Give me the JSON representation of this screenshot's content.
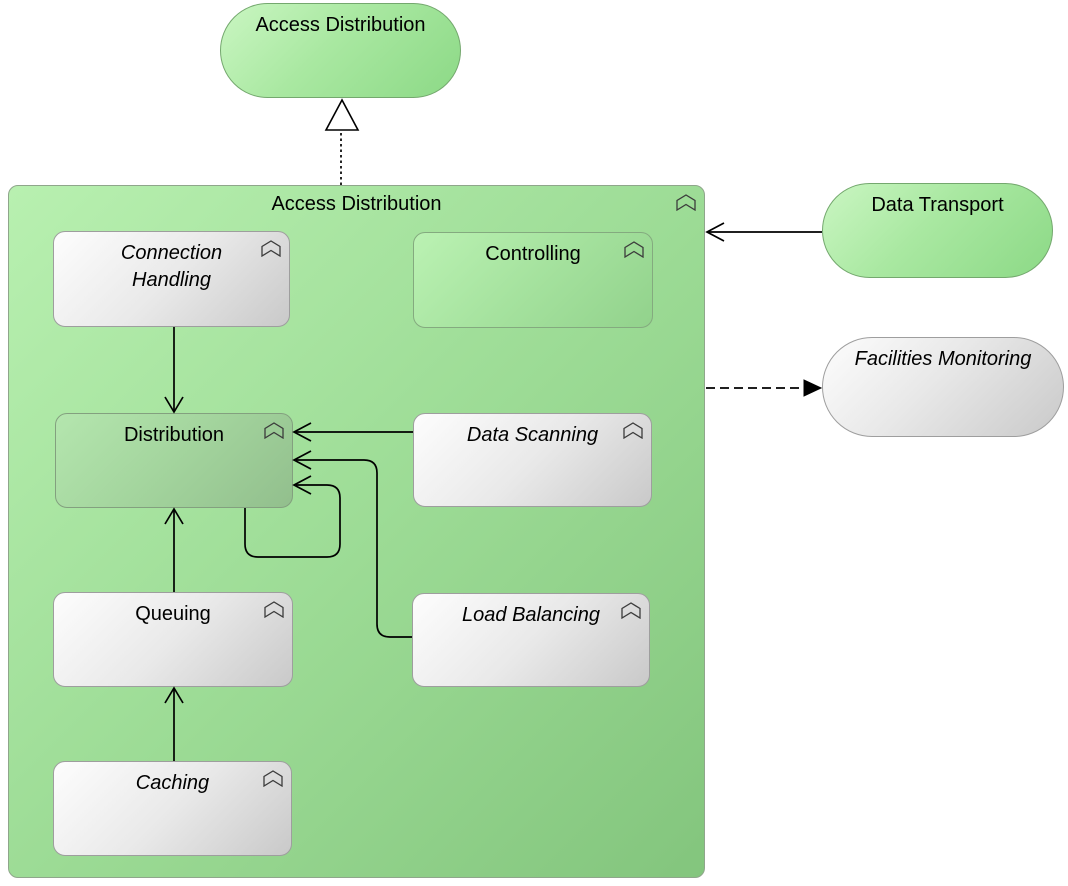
{
  "diagram": {
    "kind": "archimate-function-view",
    "title": "Access Distribution"
  },
  "nodes": {
    "parent_function": {
      "label": "Access Distribution",
      "shape": "rounded-pill",
      "fill": "green",
      "italic": false
    },
    "container": {
      "label": "Access Distribution",
      "shape": "container",
      "fill": "green",
      "italic": false
    },
    "connection_handling": {
      "label": "Connection Handling",
      "shape": "rounded-box",
      "fill": "gray",
      "italic": true
    },
    "controlling": {
      "label": "Controlling",
      "shape": "rounded-box",
      "fill": "green",
      "italic": false
    },
    "distribution": {
      "label": "Distribution",
      "shape": "rounded-box",
      "fill": "muted-green",
      "italic": false
    },
    "data_scanning": {
      "label": "Data Scanning",
      "shape": "rounded-box",
      "fill": "gray",
      "italic": true
    },
    "queuing": {
      "label": "Queuing",
      "shape": "rounded-box",
      "fill": "gray",
      "italic": false
    },
    "load_balancing": {
      "label": "Load Balancing",
      "shape": "rounded-box",
      "fill": "gray",
      "italic": true
    },
    "caching": {
      "label": "Caching",
      "shape": "rounded-box",
      "fill": "gray",
      "italic": true
    },
    "data_transport": {
      "label": "Data Transport",
      "shape": "rounded-pill",
      "fill": "green",
      "italic": false
    },
    "facilities_monitoring": {
      "label": "Facilities Monitoring",
      "shape": "rounded-pill",
      "fill": "gray",
      "italic": true
    }
  },
  "icons": {
    "node_corner_icon": "function-chevron-icon"
  },
  "relationships": [
    {
      "from": "container",
      "to": "parent_function",
      "style": "dotted-line-hollow-triangle",
      "archimate": "realization"
    },
    {
      "from": "connection_handling",
      "to": "distribution",
      "style": "solid-line-open-arrow",
      "archimate": "triggering"
    },
    {
      "from": "data_scanning",
      "to": "distribution",
      "style": "solid-line-open-arrow",
      "archimate": "triggering"
    },
    {
      "from": "load_balancing",
      "to": "distribution",
      "style": "solid-line-open-arrow",
      "archimate": "triggering"
    },
    {
      "from": "distribution",
      "to": "distribution",
      "style": "solid-line-open-arrow-self-loop",
      "archimate": "triggering"
    },
    {
      "from": "queuing",
      "to": "distribution",
      "style": "solid-line-open-arrow",
      "archimate": "triggering"
    },
    {
      "from": "caching",
      "to": "queuing",
      "style": "solid-line-open-arrow",
      "archimate": "triggering"
    },
    {
      "from": "data_transport",
      "to": "container",
      "style": "solid-line-open-arrow",
      "archimate": "triggering"
    },
    {
      "from": "container",
      "to": "facilities_monitoring",
      "style": "dashed-line-filled-arrow",
      "archimate": "flow"
    }
  ],
  "colors": {
    "green_node_light": "#caf6c2",
    "green_node_dark": "#8cd986",
    "green_node_border": "#74a86e",
    "container_light": "#b8f0b0",
    "container_dark": "#83c57d",
    "muted_green_light": "#b4e6ae",
    "muted_green_dark": "#92bf8d",
    "gray_node_light": "#fdfdfd",
    "gray_node_dark": "#c9c9c9",
    "gray_node_border": "#9e9e9e",
    "line_color": "#000000",
    "text_color": "#000000"
  }
}
